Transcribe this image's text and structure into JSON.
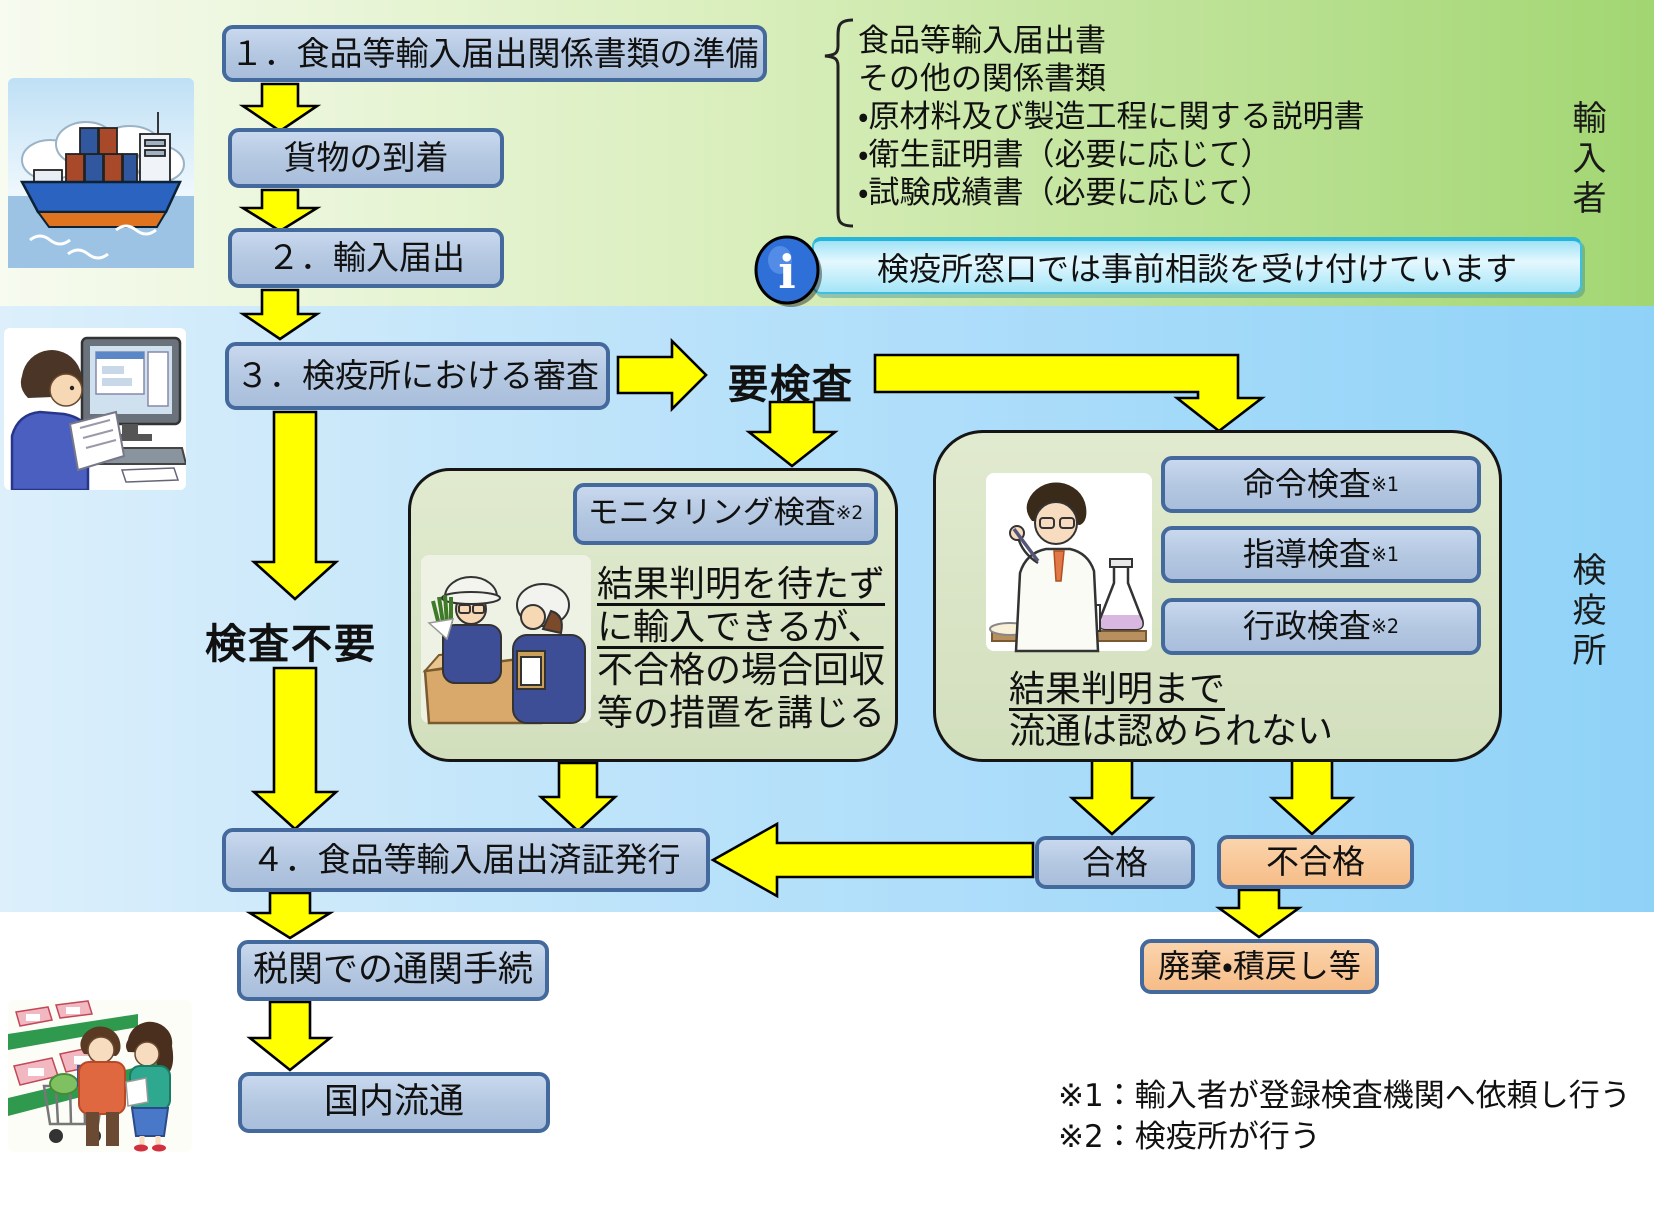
{
  "flow": {
    "step1": "１．食品等輸入届出関係書類の準備",
    "cargo_arrival": "貨物の到着",
    "step2": "２．輸入届出",
    "step3": "３．検疫所における審査",
    "inspection_required": "要検査",
    "inspection_not_required": "検査不要",
    "step4": "４．食品等輸入届出済証発行",
    "customs": "税関での通関手続",
    "domestic_distribution": "国内流通",
    "pass": "合格",
    "fail": "不合格",
    "disposal": "廃棄・積戻し等"
  },
  "zones": {
    "importer": "輸入者",
    "quarantine": "検疫所"
  },
  "documents": {
    "lines": [
      "食品等輸入届出書",
      "その他の関係書類",
      "・原材料及び製造工程に関する説明書",
      "・衛生証明書（必要に応じて）",
      "・試験成績書（必要に応じて）"
    ]
  },
  "info_banner": {
    "icon": "info-icon",
    "text": "検疫所窓口では事前相談を受け付けています"
  },
  "monitoring": {
    "title": "モニタリング検査",
    "note": "※2",
    "underlined_lines": [
      "結果判明を待たず",
      "に輸入できるが、"
    ],
    "lines": [
      "不合格の場合回収",
      "等の措置を講じる"
    ]
  },
  "mandated": {
    "items": [
      {
        "label": "命令検査",
        "note": "※1"
      },
      {
        "label": "指導検査",
        "note": "※1"
      },
      {
        "label": "行政検査",
        "note": "※2"
      }
    ],
    "underlined_lines": [
      "結果判明まで"
    ],
    "lines": [
      "流通は認められない"
    ]
  },
  "footnotes": [
    "※1：輸入者が登録検査機関へ依頼し行う",
    "※2：検疫所が行う"
  ],
  "colors": {
    "arrow_yellow": "#ffff00",
    "box_fill": "#b7cbe3",
    "box_border": "#44699d",
    "orange_fill": "#f8c69a",
    "container_fill": "#dbe4c8",
    "zone_importer_green": "#a2d672",
    "zone_quarantine_blue": "#8fd2f8",
    "info_banner_cyan": "#a5e5f7"
  }
}
